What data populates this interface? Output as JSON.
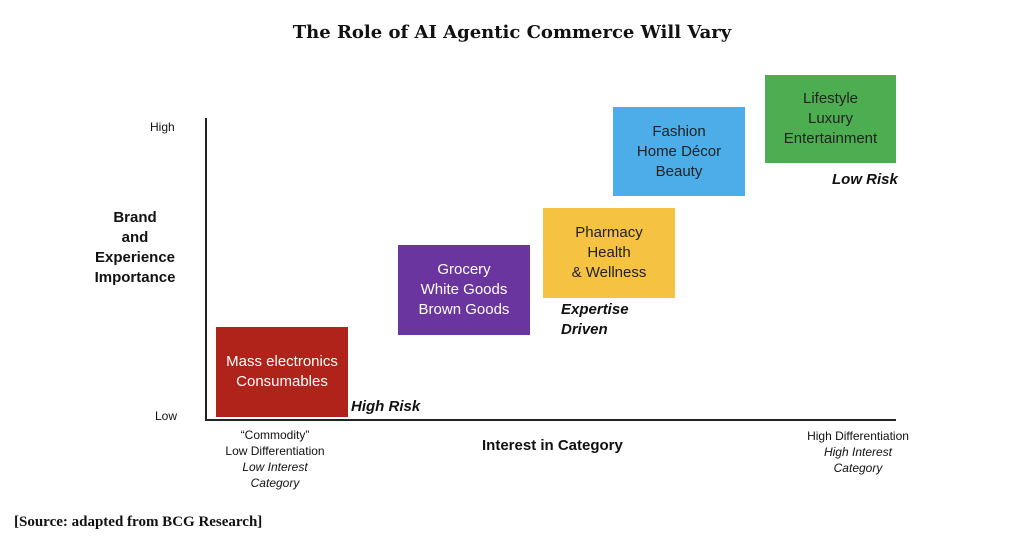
{
  "title": "The Role of AI Agentic Commerce Will Vary",
  "source": "[Source: adapted from BCG Research]",
  "y_axis": {
    "label": [
      "Brand",
      "and",
      "Experience",
      "Importance"
    ],
    "high": "High",
    "low": "Low"
  },
  "x_axis": {
    "label": "Interest in Category",
    "low": [
      "“Commodity”",
      "Low Differentiation",
      "Low Interest",
      "Category"
    ],
    "high": [
      "High Differentiation",
      "High Interest",
      "Category"
    ]
  },
  "boxes": [
    {
      "lines": [
        "Mass electronics",
        "Consumables"
      ],
      "color": "#B0231A"
    },
    {
      "lines": [
        "Grocery",
        "White Goods",
        "Brown Goods"
      ],
      "color": "#6A359E"
    },
    {
      "lines": [
        "Pharmacy",
        "Health",
        "& Wellness"
      ],
      "color": "#F5C242"
    },
    {
      "lines": [
        "Fashion",
        "Home Décor",
        "Beauty"
      ],
      "color": "#4DADE8"
    },
    {
      "lines": [
        "Lifestyle",
        "Luxury",
        "Entertainment"
      ],
      "color": "#4CAE50"
    }
  ],
  "risk_labels": {
    "high": "High Risk",
    "expertise": [
      "Expertise",
      "Driven"
    ],
    "low": "Low Risk"
  }
}
